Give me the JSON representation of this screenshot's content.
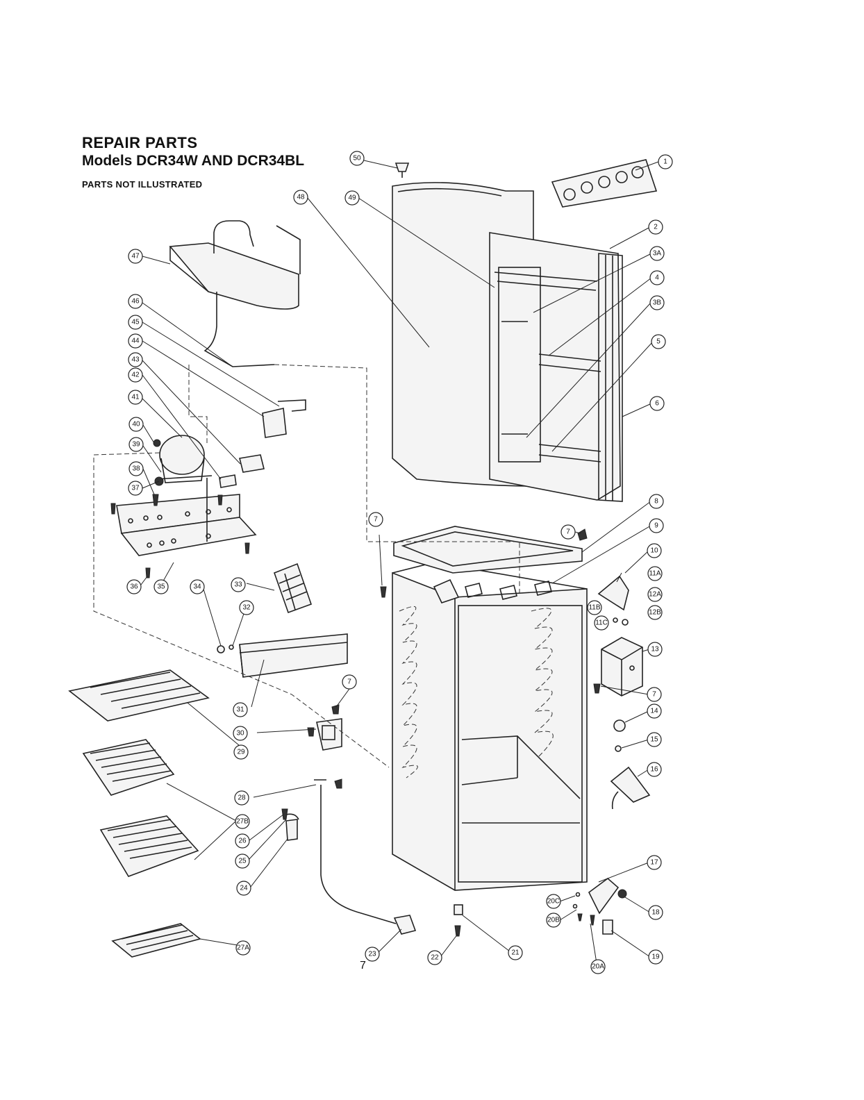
{
  "header": {
    "title": "REPAIR PARTS",
    "subtitle": "Models DCR34W AND DCR34BL",
    "note": "PARTS NOT ILLUSTRATED"
  },
  "page_number": "7",
  "callouts": [
    "1",
    "2",
    "3A",
    "4",
    "3B",
    "5",
    "6",
    "8",
    "9",
    "7",
    "10",
    "11A",
    "11B",
    "11C",
    "12A",
    "12B",
    "13",
    "7",
    "14",
    "15",
    "16",
    "17",
    "18",
    "19",
    "20A",
    "20B",
    "20C",
    "21",
    "22",
    "23",
    "24",
    "25",
    "26",
    "27B",
    "27A",
    "28",
    "29",
    "30",
    "7",
    "31",
    "32",
    "34",
    "33",
    "35",
    "36",
    "37",
    "38",
    "39",
    "40",
    "41",
    "42",
    "43",
    "44",
    "45",
    "46",
    "47",
    "48",
    "49",
    "50",
    "7"
  ]
}
